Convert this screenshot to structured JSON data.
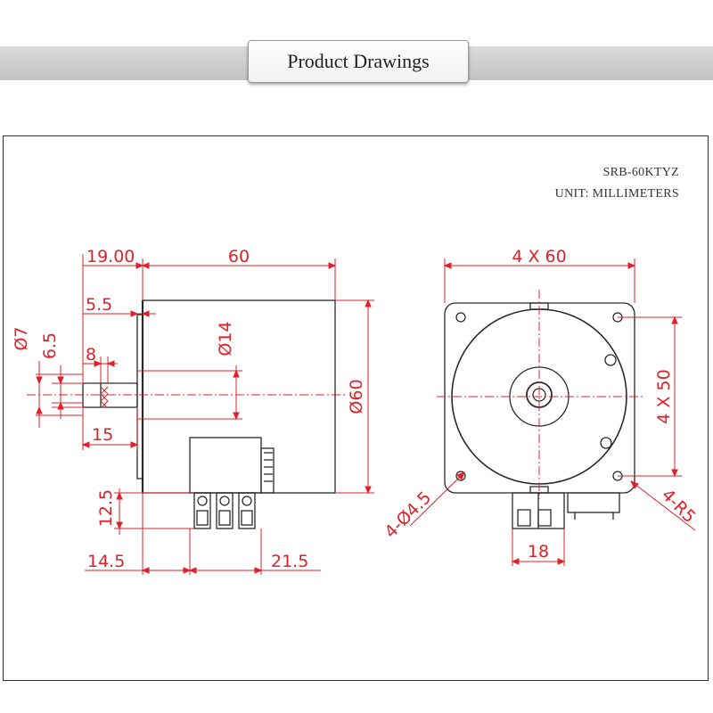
{
  "banner": {
    "title": "Product Drawings"
  },
  "model": "SRB-60KTYZ",
  "unit": "UNIT: MILLIMETERS",
  "dims": {
    "shaft_len": "19.00",
    "body_len": "60",
    "flat": "5.5",
    "shaft_dia": "Ø7",
    "flat_depth": "6.5",
    "key": "8",
    "boss": "Ø14",
    "body_dia": "Ø60",
    "key_pos": "15",
    "term_h": "12.5",
    "term_off": "14.5",
    "term_w": "21.5",
    "flange": "4 X 60",
    "bolt_pitch": "4 X 50",
    "holes": "4-Ø4.5",
    "corner_r": "4-R5",
    "conn_w": "18"
  },
  "colors": {
    "dimension": "#e0202a",
    "outline": "#2a2a2a"
  }
}
